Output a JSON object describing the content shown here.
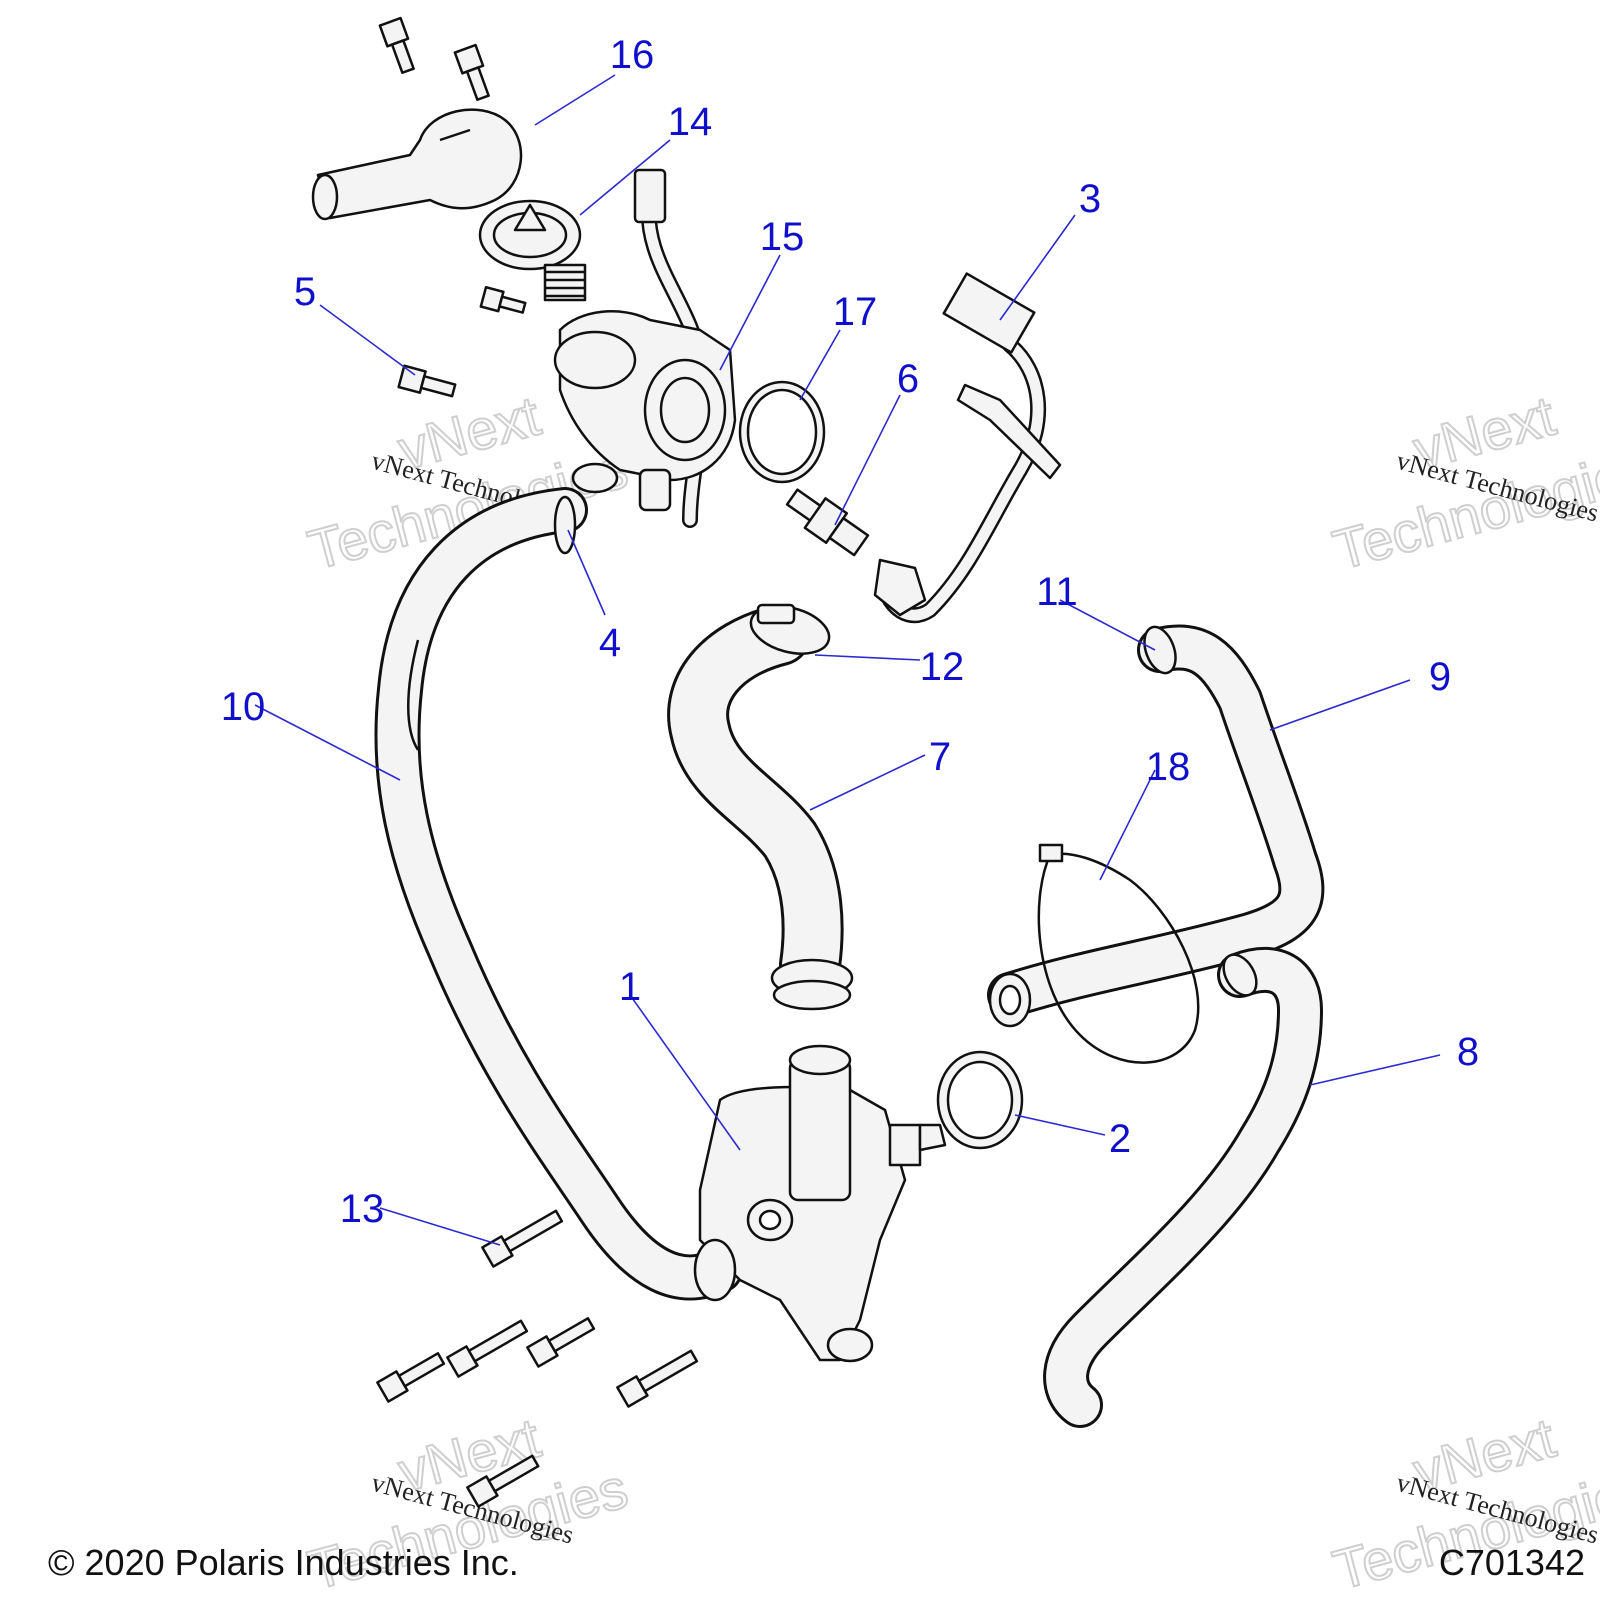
{
  "diagram": {
    "callouts": [
      {
        "id": "c1",
        "text": "1"
      },
      {
        "id": "c2",
        "text": "2"
      },
      {
        "id": "c3",
        "text": "3"
      },
      {
        "id": "c4",
        "text": "4"
      },
      {
        "id": "c5",
        "text": "5"
      },
      {
        "id": "c6",
        "text": "6"
      },
      {
        "id": "c7",
        "text": "7"
      },
      {
        "id": "c8",
        "text": "8"
      },
      {
        "id": "c9",
        "text": "9"
      },
      {
        "id": "c10",
        "text": "10"
      },
      {
        "id": "c11",
        "text": "11"
      },
      {
        "id": "c12",
        "text": "12"
      },
      {
        "id": "c13",
        "text": "13"
      },
      {
        "id": "c14",
        "text": "14"
      },
      {
        "id": "c15",
        "text": "15"
      },
      {
        "id": "c16",
        "text": "16"
      },
      {
        "id": "c17",
        "text": "17"
      },
      {
        "id": "c18",
        "text": "18"
      }
    ],
    "watermark_line": "vNext Technologies",
    "watermark_top": "vNext",
    "watermark_bottom": "Technologies",
    "copyright": "© 2020 Polaris Industries Inc.",
    "drawing_code": "C701342"
  }
}
